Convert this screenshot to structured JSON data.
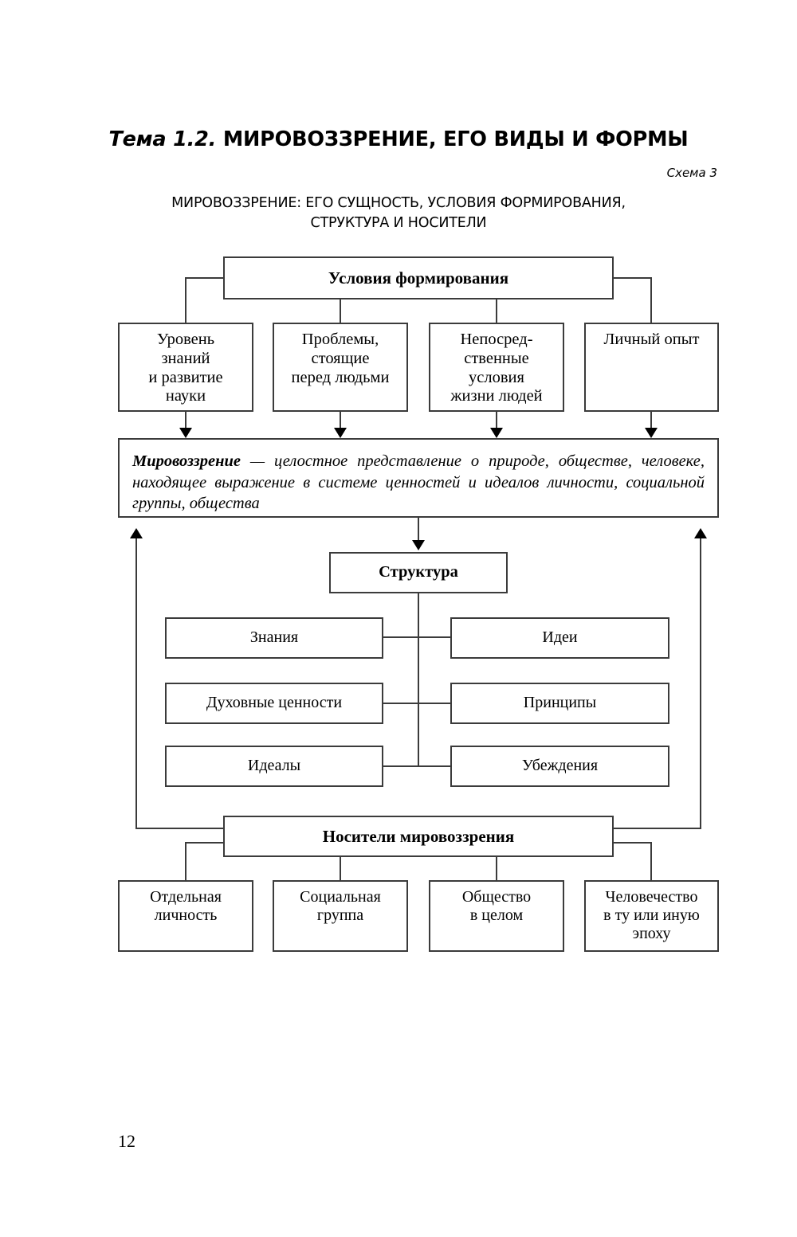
{
  "page": {
    "number": "12",
    "title_italic": "Тема 1.2.",
    "title_bold": " МИРОВОЗЗРЕНИЕ, ЕГО ВИДЫ И ФОРМЫ",
    "scheme_label": "Схема 3",
    "scheme_caption": "МИРОВОЗЗРЕНИЕ: ЕГО СУЩНОСТЬ, УСЛОВИЯ ФОРМИРОВАНИЯ, СТРУКТУРА И НОСИТЕЛИ"
  },
  "diagram": {
    "conditions_header": "Условия формирования",
    "conditions": [
      {
        "label": "Уровень\nзнаний\nи развитие\nнауки"
      },
      {
        "label": "Проблемы,\nстоящие\nперед людьми"
      },
      {
        "label": "Непосред-\nственные\nусловия\nжизни людей"
      },
      {
        "label": "Личный опыт"
      }
    ],
    "definition": {
      "term": "Мировоззрение",
      "dash": " — ",
      "text": "целостное представление о природе, обществе, человеке, находящее выражение в системе ценностей и идеалов личности, социальной группы, общества"
    },
    "structure_header": "Структура",
    "structure_left": [
      {
        "label": "Знания"
      },
      {
        "label": "Духовные ценности"
      },
      {
        "label": "Идеалы"
      }
    ],
    "structure_right": [
      {
        "label": "Идеи"
      },
      {
        "label": "Принципы"
      },
      {
        "label": "Убеждения"
      }
    ],
    "carriers_header": "Носители мировоззрения",
    "carriers": [
      {
        "label": "Отдельная\nличность"
      },
      {
        "label": "Социальная\nгруппа"
      },
      {
        "label": "Общество\nв целом"
      },
      {
        "label": "Человечество\nв ту или иную\nэпоху"
      }
    ],
    "colors": {
      "stroke": "#3b3b3b",
      "background": "#ffffff",
      "text": "#000000"
    }
  }
}
